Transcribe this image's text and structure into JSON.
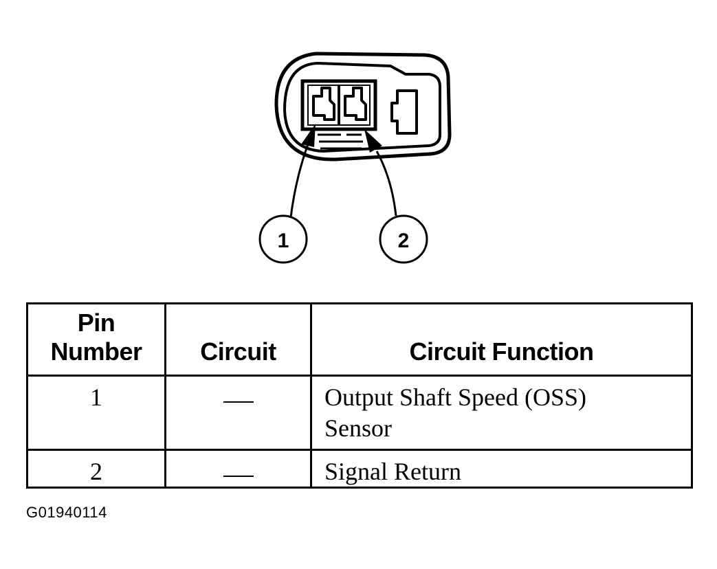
{
  "callouts": [
    "1",
    "2"
  ],
  "table": {
    "headers": {
      "pin_line1": "Pin",
      "pin_line2": "Number",
      "circuit": "Circuit",
      "function": "Circuit Function"
    },
    "rows": [
      {
        "pin": "1",
        "circuit": "—",
        "function_line1": "Output Shaft Speed (OSS)",
        "function_line2": "Sensor"
      },
      {
        "pin": "2",
        "circuit": "—",
        "function_line1": "Signal Return"
      }
    ]
  },
  "figure_id": "G01940114"
}
